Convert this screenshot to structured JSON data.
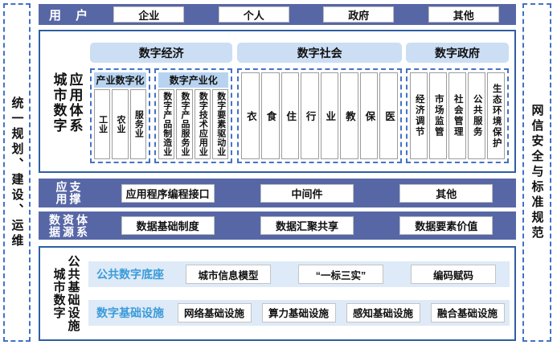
{
  "frame": {
    "left_label": "统一规划、建设、运维",
    "right_label": "网信安全与标准规范"
  },
  "user_bar": {
    "label": "用 户",
    "items": [
      "企业",
      "个人",
      "政府",
      "其他"
    ]
  },
  "app_system": {
    "label_col1": "城市数字",
    "label_col2": "应用体系",
    "economy": {
      "title": "数字经济",
      "groups": [
        {
          "title": "产业数字化",
          "columns": [
            "工业",
            "农业",
            "服务业"
          ]
        },
        {
          "title": "数字产业化",
          "columns": [
            "数字产品制造业",
            "数字产品服务业",
            "数字技术应用业",
            "数字要素驱动业"
          ]
        }
      ]
    },
    "society": {
      "title": "数字社会",
      "columns": [
        "衣",
        "食",
        "住",
        "行",
        "业",
        "教",
        "保",
        "医"
      ]
    },
    "government": {
      "title": "数字政府",
      "columns": [
        "经济调节",
        "市场监管",
        "社会管理",
        "公共服务",
        "生态环境保护"
      ]
    }
  },
  "app_support": {
    "label_col1": "应用",
    "label_col2": "支撑",
    "items": [
      "应用程序编程接口",
      "中间件",
      "其他"
    ]
  },
  "data_system": {
    "label_col1": "数据",
    "label_col2": "资源",
    "label_col3": "体系",
    "items": [
      "数据基础制度",
      "数据汇聚共享",
      "数据要素价值"
    ]
  },
  "infrastructure": {
    "label_col1": "城市数字",
    "label_col2": "公共基础设施",
    "rows": [
      {
        "label": "公共数字底座",
        "items": [
          "城市信息模型",
          "“一标三实”",
          "编码赋码"
        ]
      },
      {
        "label": "数字基础设施",
        "items": [
          "网络基础设施",
          "算力基础设施",
          "感知基础设施",
          "融合基础设施"
        ]
      }
    ]
  },
  "colors": {
    "bar_purple": "#5767A6",
    "box_border_blue": "#2E5FA3",
    "dashed_blue": "#4472C4",
    "header_light_blue": "#CBDEF4",
    "subheader_blue": "#B7D3F0",
    "row_light_blue": "#DEEAF7",
    "accent_text_blue": "#3A9BD9"
  }
}
